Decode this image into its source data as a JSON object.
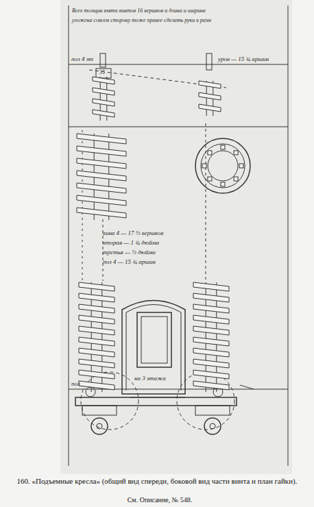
{
  "diagram": {
    "caption": "160. «Подъемные кресла» (общий вид спереди, боковой вид части винта и план гайки).",
    "labels": [
      "Всех толщин взята винтов 16 вершков а длина и ширина",
      "уложена совсем сторону тоже правее сделать руки в разм",
      "пол 4 эт",
      "уров — 15 ¾ аршин",
      "35",
      "вина 4 — 17 ½ вершков",
      "вторая — 1 ¾ дюйма",
      "третья — ½ дюйма",
      "пол 4 — 15 ¾ аршин",
      "на 3 этажа",
      "пол",
      "См. Описание, № 548."
    ]
  }
}
